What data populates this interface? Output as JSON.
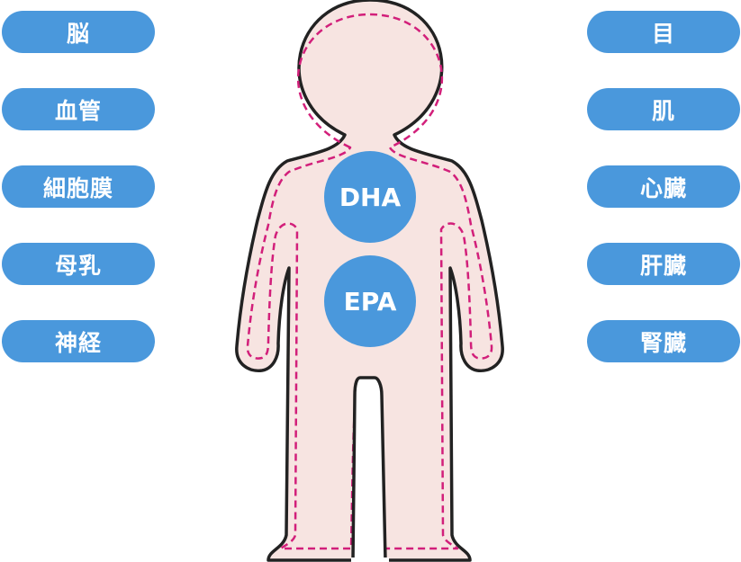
{
  "colors": {
    "pill": "#4a98dc",
    "badge": "#4a98dc",
    "body_fill": "#f7e4e1",
    "outline": "#222222",
    "dash": "#d21f7a"
  },
  "left_labels": [
    "脳",
    "血管",
    "細胞膜",
    "母乳",
    "神経"
  ],
  "right_labels": [
    "目",
    "肌",
    "心臓",
    "肝臓",
    "腎臓"
  ],
  "badges": [
    "DHA",
    "EPA"
  ]
}
